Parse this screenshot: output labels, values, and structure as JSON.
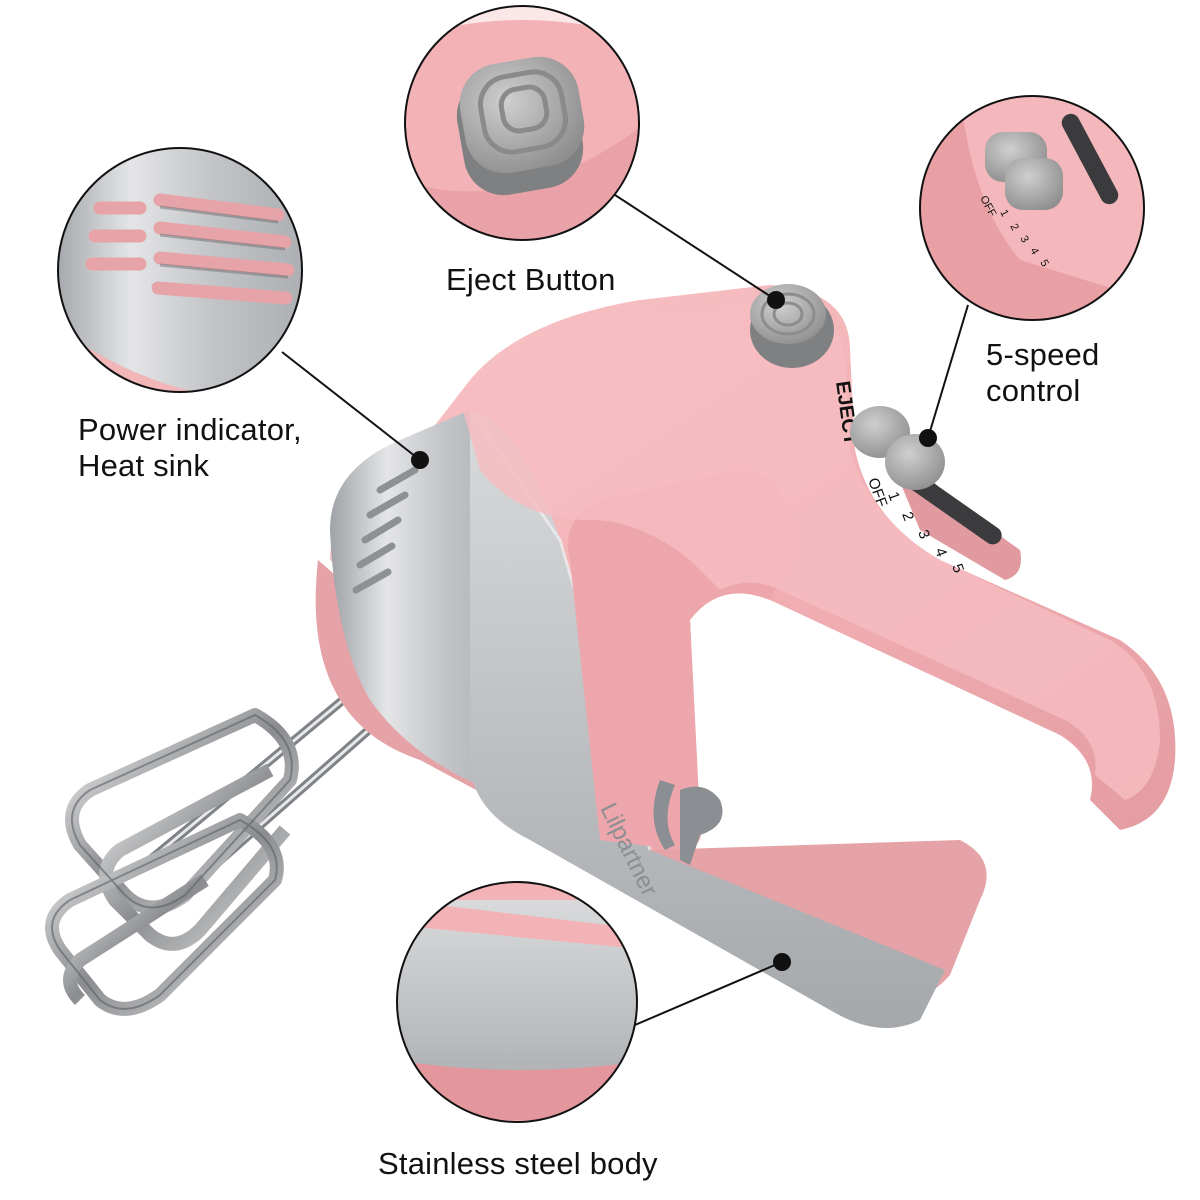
{
  "labels": {
    "power": [
      "Power indicator,",
      "Heat sink"
    ],
    "eject": "Eject Button",
    "speed": [
      "5-speed",
      "control"
    ],
    "body": "Stainless steel body"
  },
  "product": {
    "brand": "Lilpartner",
    "eject_mark": "EJECT",
    "speed_marks": [
      "OFF",
      "1",
      "2",
      "3",
      "4",
      "5"
    ]
  },
  "colors": {
    "pink_body": "#f3b2b6",
    "pink_shadow": "#e3979c",
    "steel": "#c9cbce",
    "steel_dark": "#9da0a4",
    "button_gray": "#a9a9aa",
    "callout_line": "#111111",
    "background": "#ffffff"
  }
}
